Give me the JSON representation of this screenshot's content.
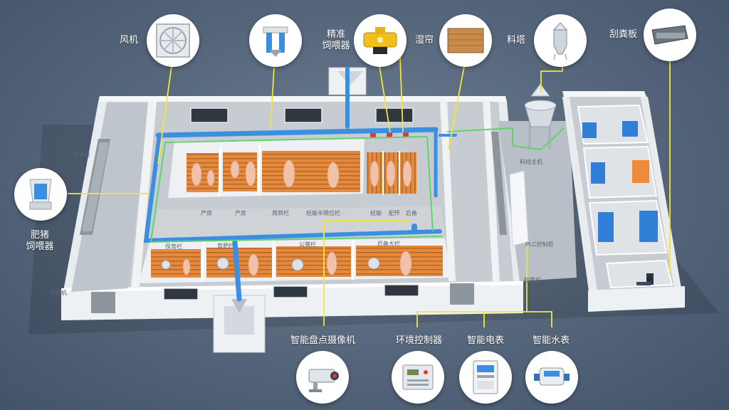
{
  "devices_top": {
    "fan": "风机",
    "precision_feeder_line1": "精准",
    "precision_feeder_line2": "饲喂器",
    "wet_curtain": "湿帘",
    "feed_tower": "料塔",
    "scraper": "刮粪板"
  },
  "devices_left": {
    "fattening_feeder_line1": "肥猪",
    "fattening_feeder_line2": "饲喂器"
  },
  "devices_bottom": {
    "camera": "智能盘点摄像机",
    "env_controller": "环境控制器",
    "power_meter": "智能电表",
    "water_meter": "智能水表"
  },
  "rooms": {
    "farrowing_1": "产房",
    "farrowing_2": "产房",
    "turnover": "周转栏",
    "semi_limit": "妊娠半限位栏",
    "nursery": "保育栏",
    "fattening": "育肥栏",
    "boar": "公猪栏",
    "reserve": "后备大栏",
    "pen_a": "妊娠",
    "pen_b": "配怀",
    "pen_c": "后备",
    "scraper_room_left": "刮粪机",
    "scraper_room_right": "刮粪机",
    "plc": "PLC控制柜",
    "feed_host": "料线主机",
    "disinfect": "消毒间"
  },
  "colors": {
    "pipe_blue": "#3a8fe0",
    "wire_green": "#62d36a",
    "callout_yellow": "#f1e63a",
    "floor_orange": "#e8913f",
    "wall_white": "#f4f6f8"
  }
}
